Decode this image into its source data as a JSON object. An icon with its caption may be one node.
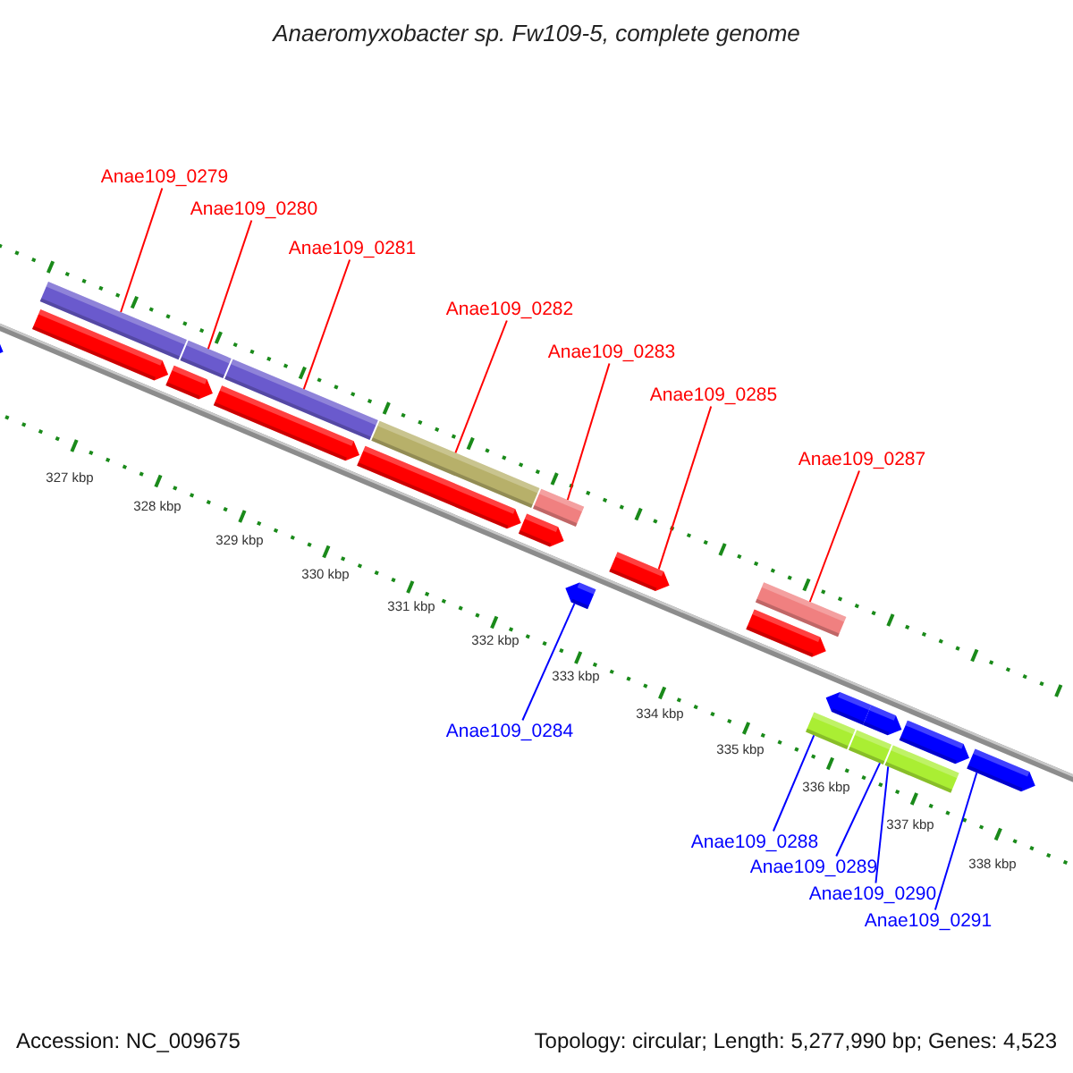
{
  "diagram": {
    "title": "Anaeromyxobacter sp. Fw109-5, complete genome",
    "nodes": [
      {
        "text": [
          "Anae109_0279"
        ]
      },
      {
        "text": [
          "Anae109_0280"
        ]
      },
      {
        "text": [
          "Anae109_0281"
        ]
      },
      {
        "text": [
          "Anae109_0282"
        ]
      },
      {
        "text": [
          "Anae109_0283"
        ]
      },
      {
        "text": [
          "Anae109_0285"
        ]
      },
      {
        "text": [
          "Anae109_0287"
        ]
      },
      {
        "text": [
          "Anae109_0284"
        ]
      },
      {
        "text": [
          "Anae109_0288"
        ]
      },
      {
        "text": [
          "Anae109_0289"
        ]
      },
      {
        "text": [
          "Anae109_0290"
        ]
      },
      {
        "text": [
          "Anae109_0291"
        ]
      },
      {
        "text": [],
        "shape": "bar"
      },
      {
        "text": [],
        "shape": "bar"
      },
      {
        "text": [],
        "shape": "bar"
      },
      {
        "text": [],
        "shape": "bar"
      },
      {
        "text": [],
        "shape": "bar"
      },
      {
        "text": [],
        "shape": "bar"
      },
      {
        "text": [],
        "shape": "bar"
      },
      {
        "text": [],
        "shape": "bar"
      },
      {
        "text": [],
        "shape": "bar"
      },
      {
        "text": [],
        "shape": "bar"
      },
      {
        "text": [],
        "shape": "bar"
      },
      {
        "text": [],
        "shape": "bar"
      }
    ],
    "edges": [
      {
        "from": 0,
        "to": 12,
        "arrow": "none"
      },
      {
        "from": 1,
        "to": 13,
        "arrow": "none"
      },
      {
        "from": 2,
        "to": 14,
        "arrow": "none"
      },
      {
        "from": 3,
        "to": 15,
        "arrow": "none"
      },
      {
        "from": 4,
        "to": 16,
        "arrow": "none"
      },
      {
        "from": 5,
        "to": 18,
        "arrow": "none"
      },
      {
        "from": 6,
        "to": 19,
        "arrow": "none"
      },
      {
        "from": 7,
        "to": 17,
        "arrow": "none",
        "color": "#0000ff"
      },
      {
        "from": 8,
        "to": 20,
        "arrow": "none",
        "color": "#0000ff"
      },
      {
        "from": 9,
        "to": 21,
        "arrow": "none",
        "color": "#0000ff"
      },
      {
        "from": 10,
        "to": 22,
        "arrow": "none",
        "color": "#0000ff"
      },
      {
        "from": 11,
        "to": 23,
        "arrow": "none",
        "color": "#0000ff"
      }
    ],
    "labels": [
      "327 kbp",
      "328 kbp",
      "329 kbp",
      "330 kbp",
      "331 kbp",
      "332 kbp",
      "333 kbp",
      "334 kbp",
      "335 kbp",
      "336 kbp",
      "337 kbp",
      "338 kbp",
      "Accession: NC_009675",
      "Topology: circular; Length: 5,277,990 bp; Genes: 4,523"
    ]
  }
}
